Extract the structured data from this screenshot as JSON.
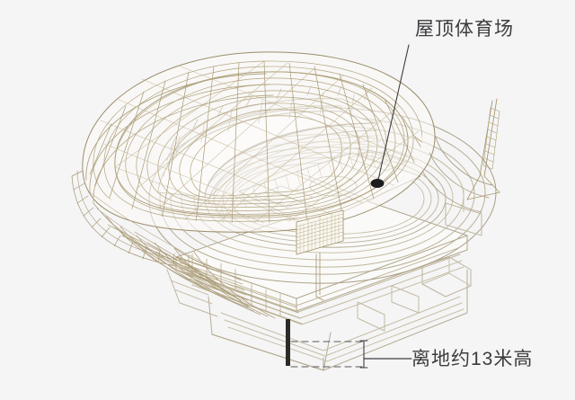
{
  "diagram": {
    "type": "architectural-cutaway-illustration",
    "subject": "stadium",
    "background_color": "#f5f5f6",
    "line_color_primary": "#a89878",
    "line_color_secondary": "#bdb49e",
    "line_color_dark": "#7d7160",
    "annotation_color": "#3c3c3e"
  },
  "annotations": {
    "roof": {
      "text": "屋顶体育场",
      "leader_from": [
        455,
        48
      ],
      "leader_to": [
        420,
        203
      ],
      "marker": "dot-marker"
    },
    "height": {
      "text": "离地约13米高",
      "dimension_value": "13",
      "dimension_unit": "米",
      "leader_from": [
        455,
        400
      ],
      "leader_to": [
        406,
        400
      ]
    }
  },
  "building": {
    "elements": [
      {
        "name": "roof-canopy",
        "desc": "curved lattice roof shell"
      },
      {
        "name": "radial-ribs",
        "desc": "radial roof ribs"
      },
      {
        "name": "concentric-arcs",
        "desc": "concentric roof arcs"
      },
      {
        "name": "upper-deck",
        "desc": "upper seating deck with glazing"
      },
      {
        "name": "seating-bowl",
        "desc": "tiered seating bowl"
      },
      {
        "name": "running-track",
        "desc": "oval running track"
      },
      {
        "name": "soccer-pitch",
        "desc": "football pitch with markings"
      },
      {
        "name": "center-circle",
        "desc": "pitch center circle"
      },
      {
        "name": "penalty-box",
        "desc": "penalty area markings"
      },
      {
        "name": "scoreboard",
        "desc": "scoreboard display panel on mast"
      },
      {
        "name": "antenna-mast",
        "desc": "lattice antenna mast"
      },
      {
        "name": "podium-base",
        "desc": "building podium / base slab"
      },
      {
        "name": "height-bar",
        "desc": "dark vertical height reference bar"
      }
    ]
  }
}
